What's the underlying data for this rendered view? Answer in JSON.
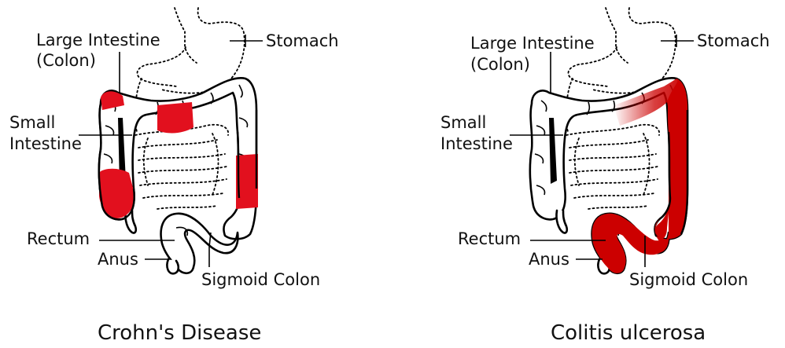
{
  "panels": [
    {
      "caption": "Crohn's Disease",
      "labels": {
        "large_intestine_1": "Large Intestine",
        "large_intestine_2": "(Colon)",
        "stomach": "Stomach",
        "small_intestine_1": "Small",
        "small_intestine_2": "Intestine",
        "rectum": "Rectum",
        "anus": "Anus",
        "sigmoid": "Sigmoid Colon"
      }
    },
    {
      "caption": "Colitis ulcerosa",
      "labels": {
        "large_intestine_1": "Large Intestine",
        "large_intestine_2": "(Colon)",
        "stomach": "Stomach",
        "small_intestine_1": "Small",
        "small_intestine_2": "Intestine",
        "rectum": "Rectum",
        "anus": "Anus",
        "sigmoid": "Sigmoid Colon"
      }
    }
  ],
  "colors": {
    "inflammation": "#e2101e",
    "ulcerative": "#cc0000",
    "outline": "#000000"
  }
}
